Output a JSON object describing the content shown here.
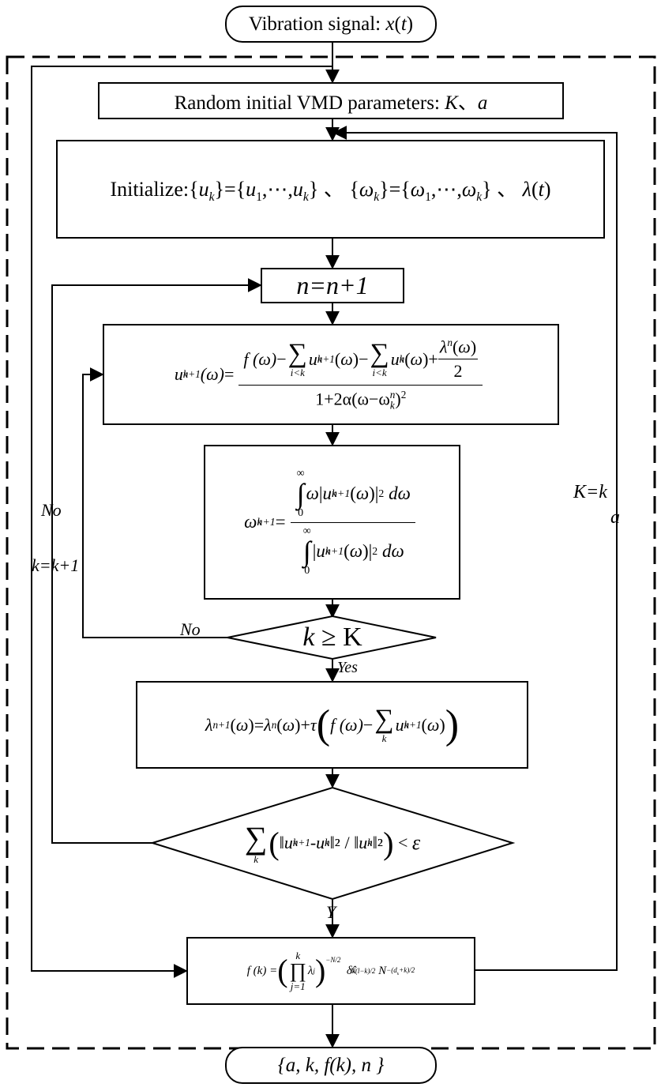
{
  "nodes": {
    "start": "Vibration signal: x(t)",
    "random_params": "Random initial VMD parameters: K、a",
    "initialize": "Initialize:{u_k}={u_1,⋯,u_k} 、{ω_k}={ω_1,⋯,ω_k} 、 λ(t)",
    "increment_n": "n=n+1",
    "update_u": "u_k^{n+1}(ω) = [ f(ω) − Σ_{i<k} u_k^{n+1}(ω) − Σ_{i<k} u_k^n(ω) + λ^n(ω)/2 ] / [ 1+2α(ω−ω_k^n)^2 ]",
    "update_omega": "ω_k^{n+1} = ∫_0^∞ ω|u_k^{n+1}(ω)|^2 dω / ∫_0^∞ |u_k^{n+1}(ω)|^2 dω",
    "decision_k": "k ≥ K",
    "update_lambda": "λ^{n+1}(ω) = λ^n(ω) + τ( f(ω) − Σ_k u_k^{n+1}(ω) )",
    "decision_converge": "Σ_k ( ‖u_k^{n+1}-u_k^n‖_2^2 / ‖u_k^n‖_2^2 ) < ε",
    "fitness": "f(k) = ( Π_{j=1}^{k} λ_j )^{−N/2} δ̂_k^{N(l−k)/2} N^{−(d_k+k)/2}",
    "output": "{a, k, f(k), n }"
  },
  "labels": {
    "no_inner": "No",
    "no_outer": "No",
    "k_increment": "k=k+1",
    "yes": "Yes",
    "y": "Y",
    "K_assign": "K=k",
    "a_assign": "a"
  },
  "formula": {
    "start_prefix": "Vibration signal: ",
    "x": "x",
    "lp": "(",
    "t": "t",
    "rp": ")",
    "rand_prefix": "Random initial VMD parameters: ",
    "K": "K",
    "sep": "、",
    "a": "a",
    "init_prefix": "Initialize:",
    "n_eq": "n=n+1",
    "u": "u",
    "k": "k",
    "n1": "n+1",
    "n": "n",
    "omega": "ω",
    "eq": " = ",
    "minus": " − ",
    "plus": " + ",
    "f_omega": "f (ω)",
    "i_lt_k": "i<k",
    "lambda": "λ",
    "two": "2",
    "den_u": "1+2α(ω−ω",
    "den_tail": ")",
    "sq": "2",
    "infty": "∞",
    "zero": "0",
    "d_omega": "dω",
    "geq": "≥",
    "tau": "τ",
    "epsilon": "ε",
    "fk": "f (k) = ",
    "prod": "∏",
    "j_eq_1": "j=1",
    "lambda_j": "λ",
    "j": "j",
    "neg_n2": "−N/2",
    "delta": "δ̂",
    "exp1": "N(l−k)/2",
    "N": "N",
    "exp2": "−(d",
    "exp2_tail": "+k)/2",
    "out": "{a, k, f(k), n }"
  }
}
